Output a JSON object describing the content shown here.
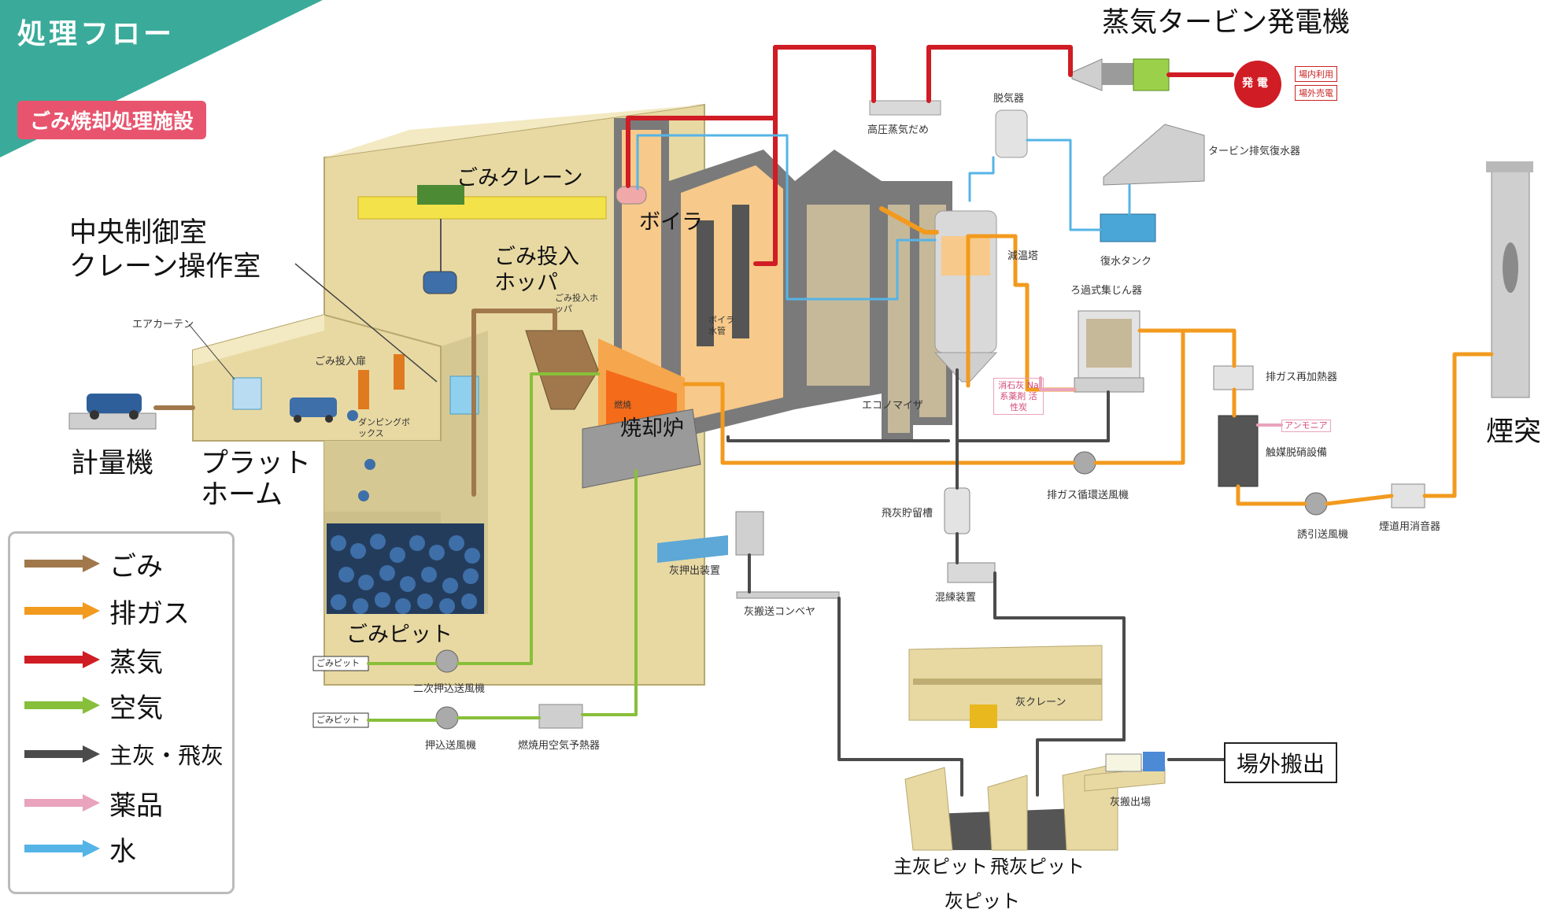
{
  "header": {
    "title": "処理フロー",
    "facility": "ごみ焼却処理施設"
  },
  "labels": {
    "turbine_generator": "蒸気タービン発電機",
    "garbage_crane": "ごみクレーン",
    "control_room_line1": "中央制御室",
    "control_room_line2": "クレーン操作室",
    "hopper_line1": "ごみ投入",
    "hopper_line2": "ホッパ",
    "boiler": "ボイラ",
    "incinerator": "焼却炉",
    "weighbridge": "計量機",
    "platform_line1": "プラット",
    "platform_line2": "ホーム",
    "garbage_pit": "ごみピット",
    "stack": "煙突",
    "bottom_ash_pit": "主灰ピット",
    "fly_ash_pit": "飛灰ピット",
    "ash_pit": "灰ピット",
    "offsite_export": "場外搬出"
  },
  "small_labels": {
    "air_curtain": "エアカーテン",
    "loading_door": "ごみ投入扉",
    "dumping_box": "ダンピングボックス",
    "hopper_small": "ごみ投入ホッパ",
    "high_pressure_header": "高圧蒸気だめ",
    "deaerator": "脱気器",
    "turbine_condenser": "タービン排気復水器",
    "condensate_tank": "復水タンク",
    "cooling_tower": "減温塔",
    "bag_filter": "ろ過式集じん器",
    "economizer": "エコノマイザ",
    "gas_reheater": "排ガス再加熱器",
    "catalytic_reactor": "触媒脱硝設備",
    "ammonia": "アンモニア",
    "recirc_fan": "排ガス循環送風機",
    "induced_fan": "誘引送風機",
    "silencer": "煙道用消音器",
    "fly_ash_hopper": "飛灰貯留槽",
    "treatment_unit": "混練装置",
    "ash_extractor": "灰押出装置",
    "ash_conveyor": "灰搬送コンベヤ",
    "ash_crane": "灰クレーン",
    "ash_loading": "灰搬出場",
    "secondary_fan": "二次押込送風機",
    "forced_fan": "押込送風機",
    "air_preheater": "燃焼用空気予熱器",
    "pit_1": "ごみピット",
    "pit_2": "ごみピット",
    "power_text": "発 電",
    "inhouse_use": "場内利用",
    "external_supply": "場外売電",
    "slaked_lime": "消石灰 Na系薬剤 活性炭",
    "fire_label": "燃焼",
    "boiler_inner": "ボイラ 水管"
  },
  "legend": [
    {
      "label": "ごみ",
      "color": "#a0784b"
    },
    {
      "label": "排ガス",
      "color": "#f29a1e"
    },
    {
      "label": "蒸気",
      "color": "#d01c24"
    },
    {
      "label": "空気",
      "color": "#88bf3a"
    },
    {
      "label": "主灰・飛灰",
      "color": "#4b4b4b"
    },
    {
      "label": "薬品",
      "color": "#e9a3bd"
    },
    {
      "label": "水",
      "color": "#55b4e6"
    }
  ],
  "colors": {
    "corner_teal": "#3aab9a",
    "badge_pink": "#e8546e",
    "building_tan": "#e8d9a3",
    "garbage": "#a0784b",
    "exhaust": "#f29a1e",
    "steam": "#d01c24",
    "air": "#88bf3a",
    "ash": "#4b4b4b",
    "chemical": "#e9a3bd",
    "water": "#55b4e6"
  }
}
